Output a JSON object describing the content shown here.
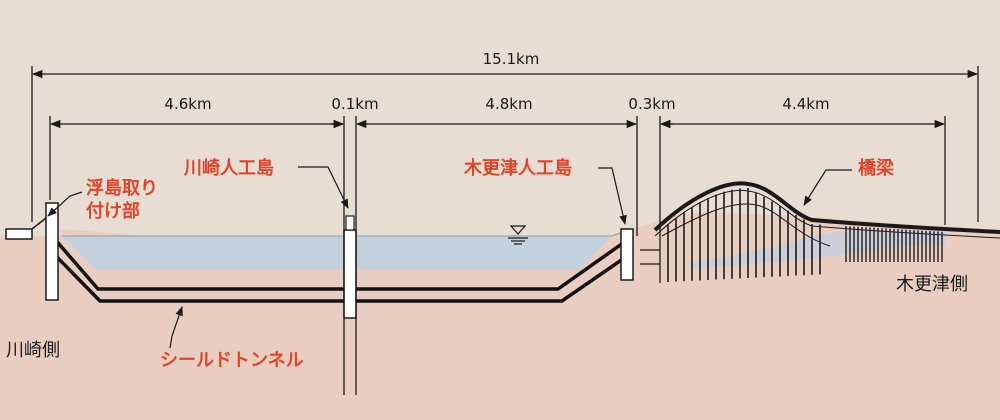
{
  "dimensions": {
    "total": "15.1km",
    "segments": [
      "4.6km",
      "0.1km",
      "4.8km",
      "0.3km",
      "4.4km"
    ]
  },
  "labels": {
    "ukishima": [
      "浮島取り",
      "付け部"
    ],
    "kawasaki_island": "川崎人工島",
    "kisarazu_island": "木更津人工島",
    "bridge": "橋梁",
    "kisarazu_side": "木更津側",
    "kawasaki_side": "川崎側",
    "shield_tunnel": "シールドトンネル"
  },
  "colors": {
    "background": "#e7ddd3",
    "seabed": "#e8cdc0",
    "water": "#c3d0de",
    "label_red": "#e0452a",
    "line": "#1a1a1a"
  }
}
